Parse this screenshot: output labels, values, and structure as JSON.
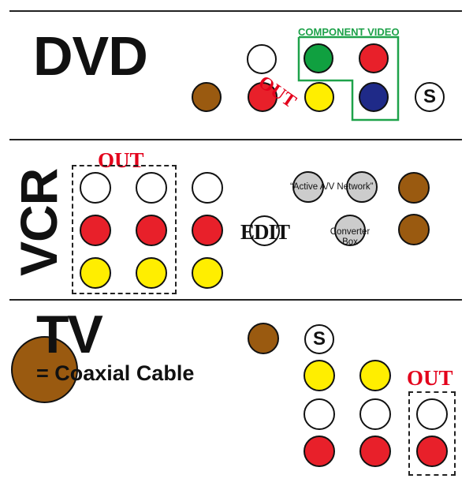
{
  "colors": {
    "white": "#ffffff",
    "red": "#e8202a",
    "yellow": "#ffee00",
    "green": "#10a040",
    "blue": "#1f2a88",
    "brown": "#9a5a10",
    "gray": "#cccccc",
    "component_green": "#1ea24a",
    "out_red": "#e3001b"
  },
  "dvd": {
    "title": "DVD",
    "component_label": "COMPONENT VIDEO",
    "out_label": "OUT",
    "svideo_label": "S"
  },
  "vcr": {
    "title": "VCR",
    "out_label": "OUT",
    "edit_label": "EDIT",
    "network_label": "“Active A/V Network”",
    "converter_label": "Converter Box"
  },
  "tv": {
    "title": "TV",
    "legend_label": "= Coaxial Cable",
    "svideo_label": "S",
    "out_label": "OUT"
  }
}
